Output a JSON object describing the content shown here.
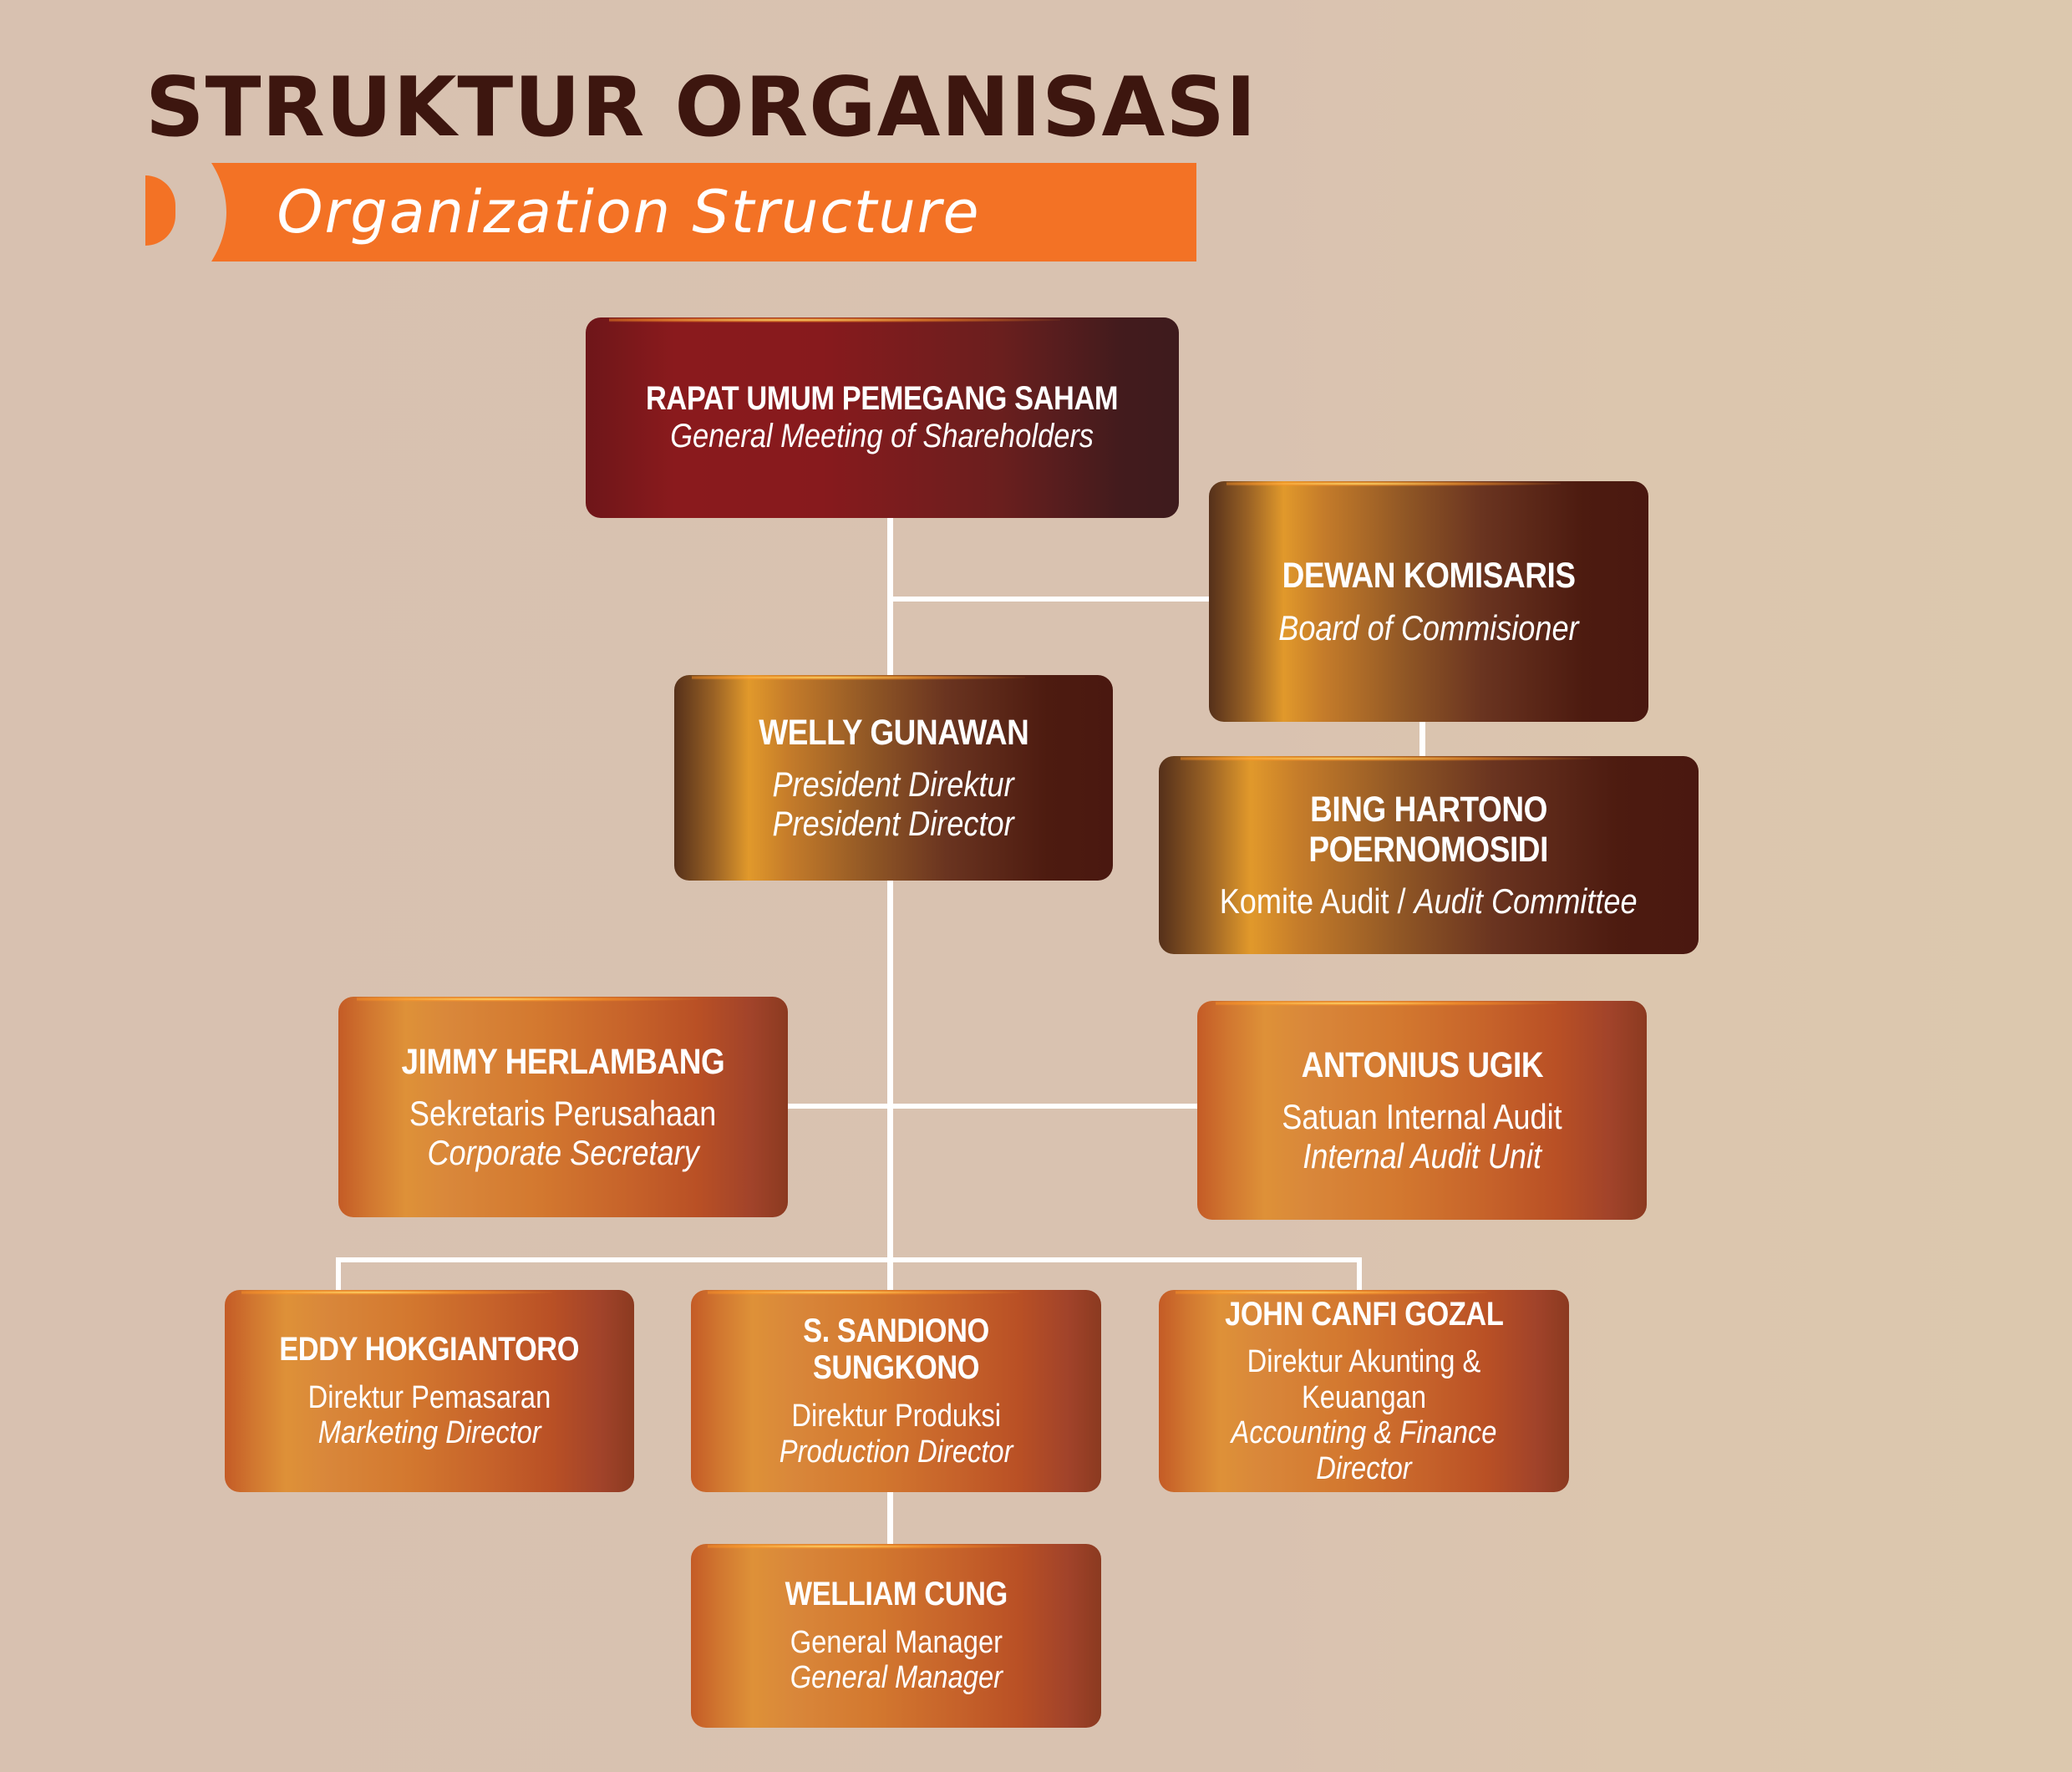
{
  "header": {
    "title": "STRUKTUR ORGANISASI",
    "subtitle": "Organization Structure",
    "accent_color": "#f37225",
    "title_color": "#3d160f"
  },
  "nodes": {
    "rups": {
      "name": "RAPAT UMUM PEMEGANG SAHAM",
      "title_en": "General Meeting of Shareholders"
    },
    "board": {
      "name": "DEWAN KOMISARIS",
      "title_en": "Board of Commisioner"
    },
    "president": {
      "name": "WELLY GUNAWAN",
      "title_id": "President Direktur",
      "title_en": "President Director"
    },
    "audit_committee": {
      "name_line1": "BING HARTONO",
      "name_line2": "POERNOMOSIDI",
      "title_id": "Komite Audit /",
      "title_en": "Audit Committee"
    },
    "corp_secretary": {
      "name": "JIMMY HERLAMBANG",
      "title_id": "Sekretaris Perusahaan",
      "title_en": "Corporate Secretary"
    },
    "internal_audit": {
      "name": "ANTONIUS UGIK",
      "title_id": "Satuan Internal Audit",
      "title_en": "Internal Audit Unit"
    },
    "marketing": {
      "name": "EDDY HOKGIANTORO",
      "title_id": "Direktur Pemasaran",
      "title_en": "Marketing Director"
    },
    "production": {
      "name": "S. SANDIONO SUNGKONO",
      "title_id": "Direktur Produksi",
      "title_en": "Production Director"
    },
    "finance": {
      "name": "JOHN CANFI GOZAL",
      "title_id": "Direktur Akunting & Keuangan",
      "title_en": "Accounting & Finance Director"
    },
    "general_manager": {
      "name": "WELLIAM CUNG",
      "title_id": "General Manager",
      "title_en": "General Manager"
    }
  },
  "colors": {
    "connector": "#ffffff",
    "rups_box": "#8a1a1d",
    "board_box": "#e1992b",
    "staff_box": "#d3782f",
    "background": "#d9c2b0"
  }
}
